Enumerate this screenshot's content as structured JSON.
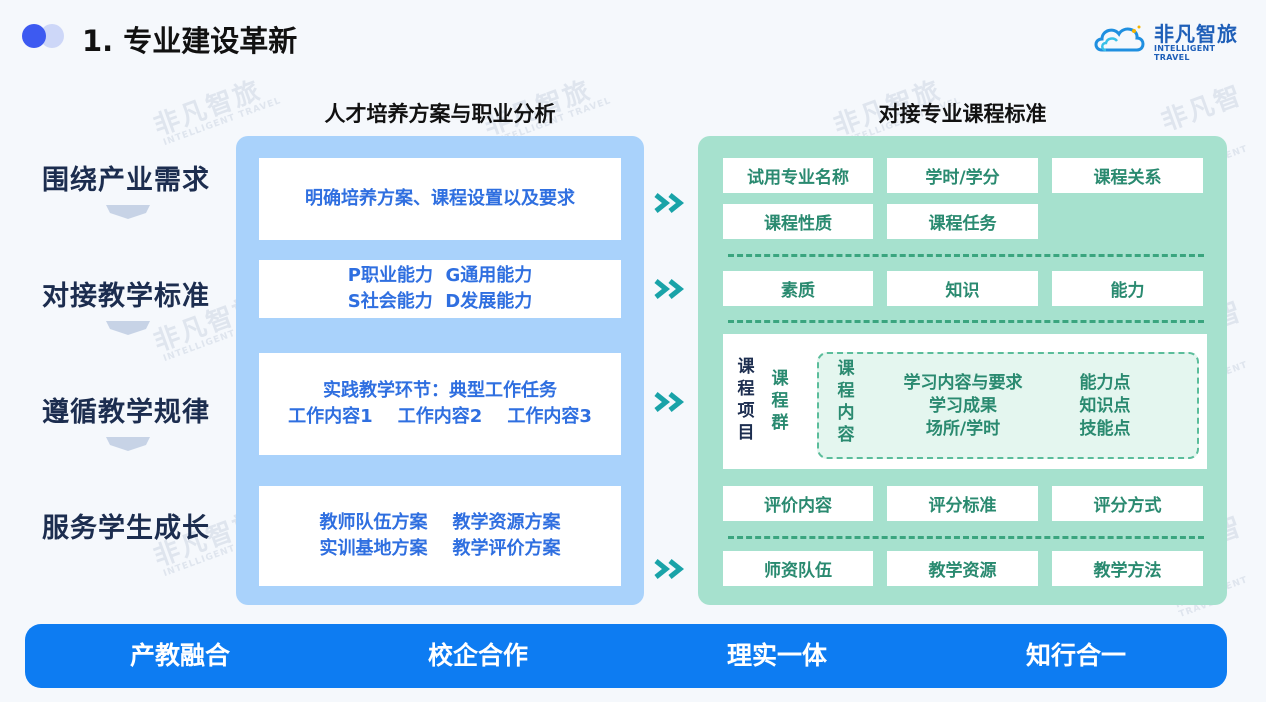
{
  "header": {
    "title": "1. 专业建设革新",
    "logo_cn": "非凡智旅",
    "logo_en": "INTELLIGENT TRAVEL"
  },
  "side_labels": [
    "围绕产业需求",
    "对接教学标准",
    "遵循教学规律",
    "服务学生成长"
  ],
  "left_panel": {
    "title": "人才培养方案与职业分析",
    "boxes": [
      {
        "lines": [
          "明确培养方案、课程设置以及要求"
        ]
      },
      {
        "lines": [
          "P职业能力  G通用能力",
          "S社会能力  D发展能力"
        ]
      },
      {
        "lines": [
          "实践教学环节：典型工作任务",
          "工作内容1    工作内容2    工作内容3"
        ]
      },
      {
        "lines": [
          "教师队伍方案    教学资源方案",
          "实训基地方案    教学评价方案"
        ]
      }
    ]
  },
  "right_panel": {
    "title": "对接专业课程标准",
    "row1": [
      "试用专业名称",
      "学时/学分",
      "课程关系"
    ],
    "row2": [
      "课程性质",
      "课程任务"
    ],
    "row3": [
      "素质",
      "知识",
      "能力"
    ],
    "structure": {
      "item_label": "课程项目",
      "group_label": "课程群",
      "content_label": "课程内容",
      "middle_lines": [
        "学习内容与要求",
        "学习成果",
        "场所/学时"
      ],
      "right_lines": [
        "能力点",
        "知识点",
        "技能点"
      ]
    },
    "row4": [
      "评价内容",
      "评分标准",
      "评分方式"
    ],
    "row5": [
      "师资队伍",
      "教学资源",
      "教学方法"
    ]
  },
  "bottom_bar": [
    "产教融合",
    "校企合作",
    "理实一体",
    "知行合一"
  ],
  "colors": {
    "accent_blue": "#0d7cf2",
    "left_panel": "#a9d2fb",
    "right_panel": "#a6e1ce",
    "left_text": "#2f6fe0",
    "right_text": "#2a8a70",
    "dark_text": "#1c2d4f"
  },
  "icons": [
    "cloud-logo-icon",
    "double-chevron-right-icon",
    "chevron-down-icon"
  ]
}
